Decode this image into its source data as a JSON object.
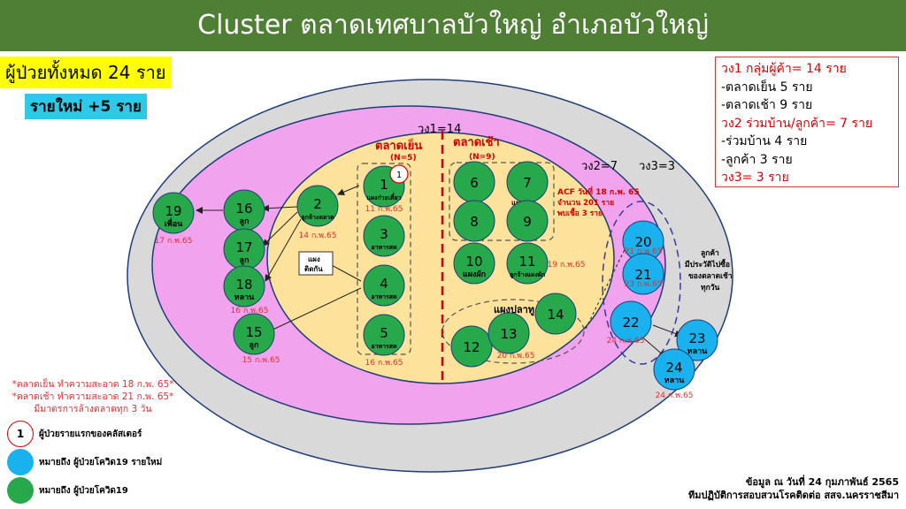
{
  "header": {
    "title": "Cluster ตลาดเทศบาลบัวใหญ่ อำเภอบัวใหญ่"
  },
  "summary": {
    "total": "ผู้ป่วยทั้งหมด 24 ราย",
    "new": "รายใหม่ +5 ราย"
  },
  "legend_box": {
    "line1": "วง1 กลุ่มผู้ค้า= 14 ราย",
    "line2": "-ตลาดเย็น 5 ราย",
    "line3": "-ตลาดเช้า 9 ราย",
    "line4": "วง2 ร่วมบ้าน/ลูกค้า= 7 ราย",
    "line5": "-ร่วมบ้าน 4 ราย",
    "line6": "-ลูกค้า 3 ราย",
    "line7": "วง3= 3 ราย"
  },
  "rings": {
    "ring1": "วง1=14",
    "ring2": "วง2=7",
    "ring3": "วง3=3"
  },
  "markets": {
    "evening": "ตลาดเย็น",
    "evening_n": "(N=5)",
    "morning": "ตลาดเช้า",
    "morning_n": "(N=9)"
  },
  "labels": {
    "aci": "ACF วันที่ 18 ก.พ. 65",
    "aci2": "จำนวน 201 ราย",
    "aci3": "พบเชื้อ 3 ราย",
    "veg_stall": "แผงผัก",
    "adjacent_stall": "แผง\nติดกัน",
    "adjacent_1": "แผง",
    "adjacent_2": "ติดกัน",
    "fish_stall": "แผงปลาทู",
    "customer_note1": "ลูกค้า",
    "customer_note2": "มีประวัติไปซื้อ",
    "customer_note3": "ของตลาดเช้า",
    "customer_note4": "ทุกวัน"
  },
  "nodes": {
    "n1": {
      "num": "1",
      "sub": "แผงก๋วยเตี๋ยว",
      "date": "11 ก.พ.65"
    },
    "n2": {
      "num": "2",
      "sub": "ลูกจ้างตลาด",
      "date": "14 ก.พ.65"
    },
    "n3": {
      "num": "3",
      "sub": "อาหารสด"
    },
    "n4": {
      "num": "4",
      "sub": "อาหารสด"
    },
    "n5": {
      "num": "5",
      "sub": "อาหารสด",
      "date": "16 ก.พ.65"
    },
    "n6": {
      "num": "6"
    },
    "n7": {
      "num": "7"
    },
    "n8": {
      "num": "8"
    },
    "n9": {
      "num": "9"
    },
    "n10": {
      "num": "10",
      "sub": "แผงผัก"
    },
    "n11": {
      "num": "11",
      "sub": "ลูกจ้างแผงผัก",
      "date": "19 ก.พ.65"
    },
    "n12": {
      "num": "12"
    },
    "n13": {
      "num": "13",
      "date": "20 ก.พ.65"
    },
    "n14": {
      "num": "14"
    },
    "n15": {
      "num": "15",
      "sub": "ลูก",
      "date": "15 ก.พ.65"
    },
    "n16": {
      "num": "16",
      "sub": "ลูก"
    },
    "n17": {
      "num": "17",
      "sub": "ลูก"
    },
    "n18": {
      "num": "18",
      "sub": "หลาน",
      "date": "16 ก.พ.65"
    },
    "n19": {
      "num": "19",
      "sub": "เพื่อน",
      "date": "17 ก.พ.65"
    },
    "n20": {
      "num": "20",
      "date": "21 ก.พ.65"
    },
    "n21": {
      "num": "21",
      "date": "23 ก.พ.65"
    },
    "n22": {
      "num": "22",
      "date": "24 ก.พ.65"
    },
    "n23": {
      "num": "23",
      "sub": "หลาน"
    },
    "n24": {
      "num": "24",
      "sub": "หลาน",
      "date": "24 ก.พ.65"
    }
  },
  "notes": {
    "line1": "*ตลาดเย็น ทำความสะอาด 18 ก.พ. 65*",
    "line2": "*ตลาดเช้า ทำความสะอาด 21 ก.พ. 65*",
    "line3": "มีมาตรการล้างตลาดทุก 3 วัน"
  },
  "legend": {
    "first_symbol": "1",
    "first": "ผู้ป่วยรายแรกของคลัสเตอร์",
    "new": "หมายถึง ผู้ป่วยโควิด19 รายใหม่",
    "case": "หมายถึง ผู้ป่วยโควิด19"
  },
  "footer": {
    "line1": "ข้อมูล ณ วันที่ 24 กุมภาพันธ์ 2565",
    "line2": "ทีมปฏิบัติการสอบสวนโรคติดต่อ สสจ.นครราชสีมา"
  },
  "colors": {
    "header": "#4f7f35",
    "outer_ring": "#d9d9d9",
    "middle_ring": "#f2a3ee",
    "inner_ring": "#fce29a",
    "case": "#27a84a",
    "new_case": "#1ab2ee",
    "date": "#e03030"
  }
}
